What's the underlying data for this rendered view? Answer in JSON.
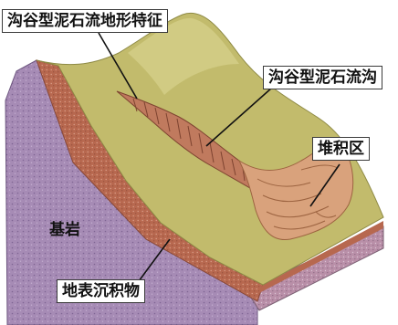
{
  "labels": {
    "gully_features": "沟谷型泥石流地形特征",
    "gully_channel": "沟谷型泥石流沟",
    "deposit_zone": "堆积区",
    "bedrock": "基岩",
    "surface_deposit": "地表沉积物"
  },
  "colors": {
    "surface_green": "#c2bb6c",
    "surface_light": "#d3cd86",
    "bedrock_purple": "#a68bb5",
    "bedrock_dark": "#8f73a3",
    "deposit_red": "#b7684f",
    "channel_brown": "#c07a5e",
    "deposit_fan": "#d9a27c"
  }
}
